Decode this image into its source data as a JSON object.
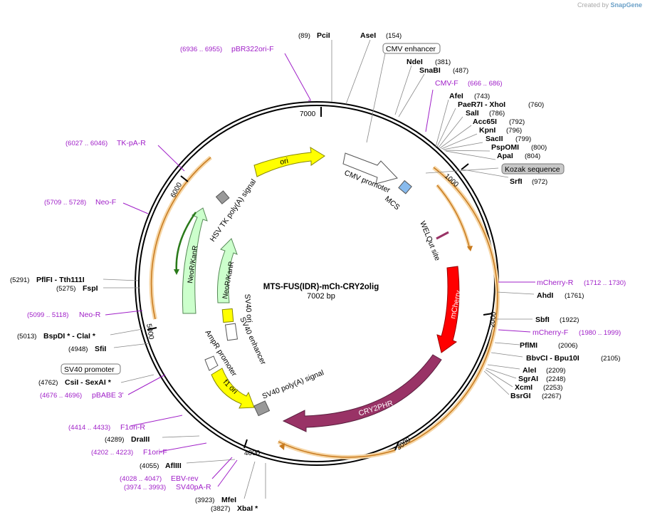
{
  "attribution": {
    "created_by": "Created by",
    "brand": "SnapGene"
  },
  "plasmid": {
    "name": "MTS-FUS(IDR)-mCh-CRY2olig",
    "length_label": "7002 bp"
  },
  "ticks": [
    "1000",
    "2000",
    "3000",
    "4000",
    "5000",
    "6000",
    "7000"
  ],
  "features": {
    "cmv_promoter": "CMV promoter",
    "mcs": "MCS",
    "welqut": "WELQut site",
    "mcherry": "mCherry",
    "cry2phr": "CRY2PHR",
    "sv40_polya": "SV40 poly(A) signal",
    "f1_ori": "f1 ori",
    "ampr_promoter": "AmpR promoter",
    "sv40_enhancer": "SV40 enhancer",
    "sv40_ori": "SV40 ori",
    "neokanr_inner": "NeoR/KanR",
    "neokanr_outer": "NeoR/KanR",
    "hsv_tk": "HSV TK poly(A) signal",
    "ori": "ori"
  },
  "sites_top": [
    {
      "name": "PciI",
      "pos": "(89)"
    },
    {
      "name": "AseI",
      "pos": "(154)"
    },
    {
      "name": "CMV enhancer",
      "pos": ""
    },
    {
      "name": "NdeI",
      "pos": "(381)"
    },
    {
      "name": "SnaBI",
      "pos": "(487)"
    }
  ],
  "primer_cmvf": {
    "name": "CMV-F",
    "pos": "(666 .. 686)"
  },
  "sites_right_upper": [
    {
      "name": "AfeI",
      "pos": "(743)"
    },
    {
      "name": "PaeR7I  - XhoI",
      "pos": "(760)"
    },
    {
      "name": "SalI",
      "pos": "(786)"
    },
    {
      "name": "Acc65I",
      "pos": "(792)"
    },
    {
      "name": "KpnI",
      "pos": "(796)"
    },
    {
      "name": "SacII",
      "pos": "(799)"
    },
    {
      "name": "PspOMI",
      "pos": "(800)"
    },
    {
      "name": "ApaI",
      "pos": "(804)"
    }
  ],
  "kozak": "Kozak sequence",
  "srfi": {
    "name": "SrfI",
    "pos": "(972)"
  },
  "primer_mcherry_r": {
    "name": "mCherry-R",
    "pos": "(1712 .. 1730)"
  },
  "ahdi": {
    "name": "AhdI",
    "pos": "(1761)"
  },
  "sbfi": {
    "name": "SbfI",
    "pos": "(1922)"
  },
  "primer_mcherry_f": {
    "name": "mCherry-F",
    "pos": "(1980 .. 1999)"
  },
  "sites_right_lower": [
    {
      "name": "PflMI",
      "pos": "(2006)"
    },
    {
      "name": "BbvCI  - Bpu10I",
      "pos": "(2105)"
    },
    {
      "name": "AleI",
      "pos": "(2209)"
    },
    {
      "name": "SgrAI",
      "pos": "(2248)"
    },
    {
      "name": "XcmI",
      "pos": "(2253)"
    },
    {
      "name": "BsrGI",
      "pos": "(2267)"
    }
  ],
  "sites_bottom": [
    {
      "name": "MfeI",
      "pos": "(3923)"
    },
    {
      "name": "XbaI *",
      "pos": "(3827)"
    }
  ],
  "afliii": {
    "name": "AflIII",
    "pos": "(4055)"
  },
  "draiii": {
    "name": "DraIII",
    "pos": "(4289)"
  },
  "primers_bottom_left": [
    {
      "name": "SV40pA-R",
      "pos": "(3974 .. 3993)"
    },
    {
      "name": "EBV-rev",
      "pos": "(4028 .. 4047)"
    },
    {
      "name": "F1ori-F",
      "pos": "(4202 .. 4223)"
    },
    {
      "name": "F1ori-R",
      "pos": "(4414 .. 4433)"
    },
    {
      "name": "pBABE 3'",
      "pos": "(4676 .. 4696)"
    }
  ],
  "sites_left": [
    {
      "name": "CsiI  - SexAI *",
      "pos": "(4762)"
    },
    {
      "name": "SfiI",
      "pos": "(4948)"
    },
    {
      "name": "BspDI *  - ClaI *",
      "pos": "(5013)"
    },
    {
      "name": "FspI",
      "pos": "(5275)"
    },
    {
      "name": "PflFI  - Tth111I",
      "pos": "(5291)"
    }
  ],
  "sv40_promoter": "SV40 promoter",
  "primers_left": [
    {
      "name": "Neo-R",
      "pos": "(5099 .. 5118)"
    },
    {
      "name": "Neo-F",
      "pos": "(5709 .. 5728)"
    },
    {
      "name": "TK-pA-R",
      "pos": "(6027 .. 6046)"
    },
    {
      "name": "pBR322ori-F",
      "pos": "(6936 .. 6955)"
    }
  ],
  "colors": {
    "backbone": "#000000",
    "mcherry": "#ff0000",
    "cry2phr": "#993366",
    "ori": "#ffff00",
    "f1_ori": "#ffff00",
    "neokanr": "#ccffcc",
    "orf_orange": "#e8a13c",
    "primer": "#a020c8",
    "gray_feature": "#999999",
    "mcs": "#88bbee"
  }
}
